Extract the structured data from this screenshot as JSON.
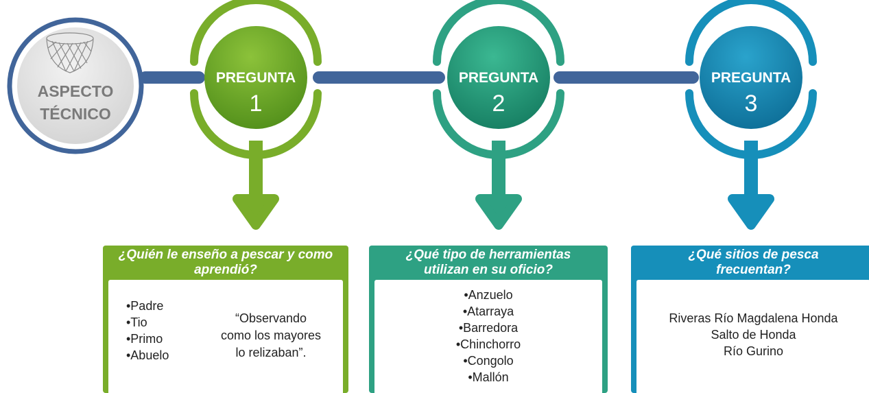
{
  "start": {
    "line1": "ASPECTO",
    "line2": "TÉCNICO",
    "icon": "fishing-net-icon"
  },
  "steps": [
    {
      "label": "PREGUNTA",
      "number": "1",
      "color": "#79ad2a"
    },
    {
      "label": "PREGUNTA",
      "number": "2",
      "color": "#2ea183"
    },
    {
      "label": "PREGUNTA",
      "number": "3",
      "color": "#168fba"
    }
  ],
  "connector_color": "#41659a",
  "panels": [
    {
      "question_line1": "¿Quién le enseño a pescar y como",
      "question_line2": "aprendió?",
      "items": [
        "•Padre",
        "•Tio",
        "•Primo",
        "•Abuelo"
      ],
      "quote_line1": "“Observando",
      "quote_line2": "como los mayores",
      "quote_line3": "lo relizaban”."
    },
    {
      "question_line1": "¿Qué tipo de herramientas",
      "question_line2": "utilizan en su oficio?",
      "items": [
        "•Anzuelo",
        "•Atarraya",
        "•Barredora",
        "•Chinchorro",
        "•Congolo",
        "•Mallón"
      ]
    },
    {
      "question_line1": "¿Qué sitios de pesca",
      "question_line2": "frecuentan?",
      "items": [
        "Riveras Río Magdalena Honda",
        "Salto de Honda",
        "Río Gurino"
      ]
    }
  ]
}
